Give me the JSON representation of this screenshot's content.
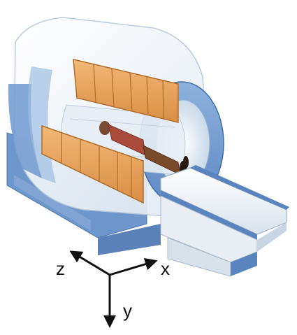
{
  "axes": {
    "z_label": "z",
    "x_label": "x",
    "y_label": "y"
  },
  "colors": {
    "housing_light": "#eef3f8",
    "housing_blue": "#6f99cf",
    "housing_dark_blue": "#3f6ea9",
    "gradient_coil_orange": "#e7a25c",
    "gradient_coil_edge": "#c47a2f",
    "table_white": "#f4f6f8",
    "table_blue_rail": "#5a84bd",
    "axis_color": "#111111"
  },
  "icons": [
    "mri-scanner-illustration",
    "patient-figure",
    "coordinate-axes"
  ]
}
